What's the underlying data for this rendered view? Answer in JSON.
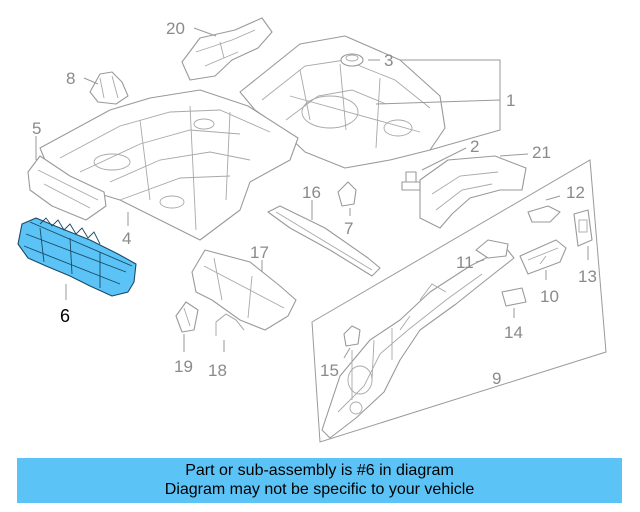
{
  "diagram": {
    "highlight_color": "#5bc3f5",
    "callouts": [
      "1",
      "2",
      "3",
      "4",
      "5",
      "6",
      "7",
      "8",
      "9",
      "10",
      "11",
      "12",
      "13",
      "14",
      "15",
      "16",
      "17",
      "18",
      "19",
      "20",
      "21"
    ],
    "highlighted_callout": "6"
  },
  "caption": {
    "line1": "Part or sub-assembly is #6 in diagram",
    "line2": "Diagram may not be specific to your vehicle"
  }
}
